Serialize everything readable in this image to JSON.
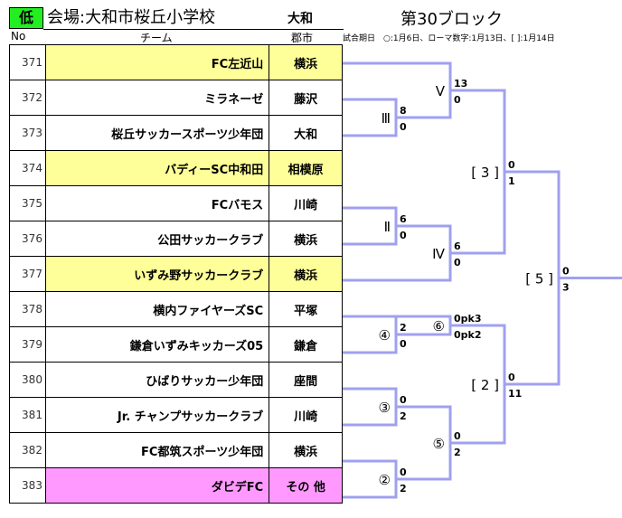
{
  "header": {
    "level_badge": "低",
    "venue": "会場:大和市桜丘小学校",
    "area": "大和",
    "block_title": "第30ブロック",
    "schedule_note": "試合期日　○:1月6日、ローマ数字:1月13日、[ ]:1月14日"
  },
  "table_headers": {
    "no": "No",
    "team": "チーム",
    "city": "郡市"
  },
  "colors": {
    "highlight_yellow": "#ffff99",
    "highlight_pink": "#ff99ff",
    "bracket_line": "#a0a0f0",
    "badge_green": "#22ee22"
  },
  "teams": [
    {
      "no": "371",
      "name": "FC左近山",
      "city": "横浜",
      "highlight": "yellow"
    },
    {
      "no": "372",
      "name": "ミラネーゼ",
      "city": "藤沢",
      "highlight": "none"
    },
    {
      "no": "373",
      "name": "桜丘サッカースポーツ少年団",
      "city": "大和",
      "highlight": "none"
    },
    {
      "no": "374",
      "name": "バディーSC中和田",
      "city": "相模原",
      "highlight": "yellow"
    },
    {
      "no": "375",
      "name": "FCバモス",
      "city": "川崎",
      "highlight": "none"
    },
    {
      "no": "376",
      "name": "公田サッカークラブ",
      "city": "横浜",
      "highlight": "none"
    },
    {
      "no": "377",
      "name": "いずみ野サッカークラブ",
      "city": "横浜",
      "highlight": "yellow"
    },
    {
      "no": "378",
      "name": "横内ファイヤーズSC",
      "city": "平塚",
      "highlight": "none"
    },
    {
      "no": "379",
      "name": "鎌倉いずみキッカーズ05",
      "city": "鎌倉",
      "highlight": "none"
    },
    {
      "no": "380",
      "name": "ひばりサッカー少年団",
      "city": "座間",
      "highlight": "none"
    },
    {
      "no": "381",
      "name": "Jr. チャンプサッカークラブ",
      "city": "川崎",
      "highlight": "none"
    },
    {
      "no": "382",
      "name": "FC都筑スポーツ少年団",
      "city": "横浜",
      "highlight": "none"
    },
    {
      "no": "383",
      "name": "ダビデFC",
      "city": "その 他",
      "highlight": "pink"
    }
  ],
  "matches": [
    {
      "id": "m-III",
      "label": "Ⅲ",
      "top_score": "8",
      "bottom_score": "0"
    },
    {
      "id": "m-V",
      "label": "Ⅴ",
      "top_score": "13",
      "bottom_score": "0"
    },
    {
      "id": "m-II",
      "label": "Ⅱ",
      "top_score": "6",
      "bottom_score": "0"
    },
    {
      "id": "m-IV",
      "label": "Ⅳ",
      "top_score": "6",
      "bottom_score": "0"
    },
    {
      "id": "m-3",
      "label": "[ 3 ]",
      "top_score": "0",
      "bottom_score": "1"
    },
    {
      "id": "m-4",
      "label": "④",
      "top_score": "2",
      "bottom_score": "0"
    },
    {
      "id": "m-6",
      "label": "⑥",
      "top_score": "0pk3",
      "bottom_score": "0pk2"
    },
    {
      "id": "m-3c",
      "label": "③",
      "top_score": "0",
      "bottom_score": "2"
    },
    {
      "id": "m-2c",
      "label": "②",
      "top_score": "0",
      "bottom_score": "2"
    },
    {
      "id": "m-5c",
      "label": "⑤",
      "top_score": "0",
      "bottom_score": "2"
    },
    {
      "id": "m-2",
      "label": "[ 2 ]",
      "top_score": "0",
      "bottom_score": "11"
    },
    {
      "id": "m-5",
      "label": "[ 5 ]",
      "top_score": "0",
      "bottom_score": "3"
    }
  ]
}
